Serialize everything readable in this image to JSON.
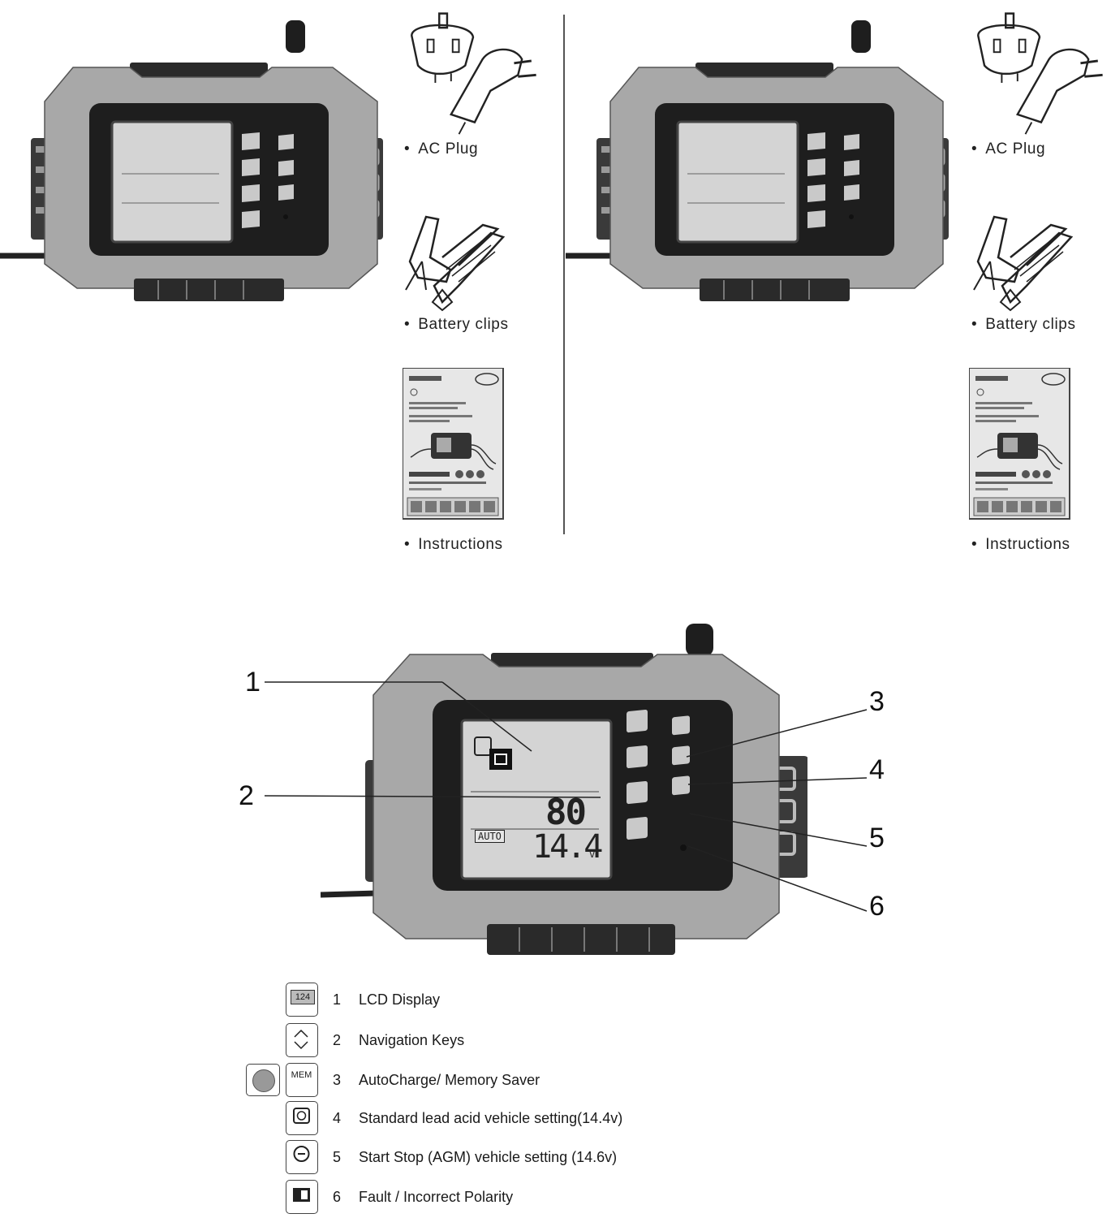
{
  "contents_left": {
    "items": [
      {
        "label": "AC Plug"
      },
      {
        "label": "Battery clips"
      },
      {
        "label": "Instructions"
      }
    ]
  },
  "contents_right": {
    "items": [
      {
        "label": "AC Plug"
      },
      {
        "label": "Battery clips"
      },
      {
        "label": "Instructions"
      }
    ]
  },
  "diagram": {
    "callouts": [
      "1",
      "2",
      "3",
      "4",
      "5",
      "6"
    ],
    "lcd": {
      "percent": "80",
      "mode": "AUTO",
      "voltage": "14.4",
      "unit": "v"
    }
  },
  "legend": {
    "items": [
      {
        "num": "1",
        "text": "LCD Display",
        "icon": "lcd-icon",
        "icon_text": "124"
      },
      {
        "num": "2",
        "text": "Navigation Keys",
        "icon": "chevron-up-down-icon"
      },
      {
        "num": "3",
        "text": "AutoCharge/ Memory Saver",
        "icon": "mem-icon",
        "icon_text": "MEM"
      },
      {
        "num": "4",
        "text": "Standard lead acid vehicle setting(14.4v)",
        "icon": "car-battery-icon"
      },
      {
        "num": "5",
        "text": "Start Stop (AGM) vehicle setting (14.6v)",
        "icon": "start-stop-icon"
      },
      {
        "num": "6",
        "text": "Fault / Incorrect Polarity",
        "icon": "fault-icon"
      }
    ]
  }
}
